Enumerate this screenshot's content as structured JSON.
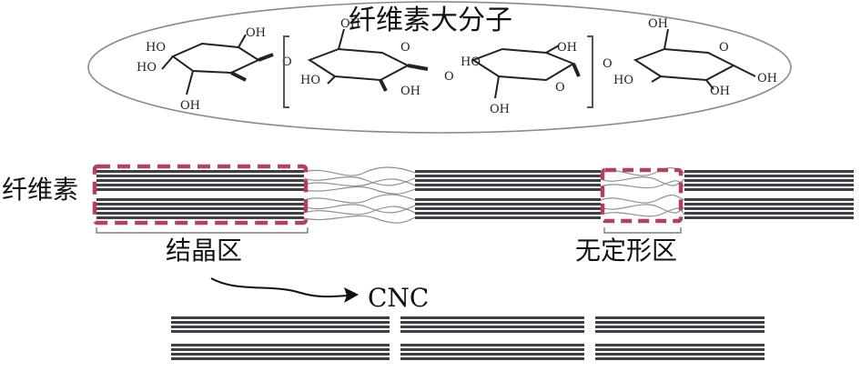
{
  "title": "纤维素大分子",
  "labels": {
    "cellulose": "纤维素",
    "crystalline_region": "结晶区",
    "amorphous_region": "无定形区",
    "cnc": "CNC"
  },
  "chem_labels": {
    "ring1": [
      "HO",
      "HO",
      "OH",
      "OH"
    ],
    "ring2": [
      "OH",
      "HO",
      "OH",
      "O"
    ],
    "ring3": [
      "HO",
      "OH",
      "O",
      "OH"
    ],
    "ring4": [
      "OH",
      "HO",
      "OH",
      "O",
      "OH"
    ],
    "linker": [
      "O",
      "O",
      "O"
    ]
  },
  "colors": {
    "fiber": "#3d3f45",
    "fiber_light": "#6b6e75",
    "highlight_box": "#b5405a",
    "text": "#111111",
    "ellipse": "#888888"
  }
}
